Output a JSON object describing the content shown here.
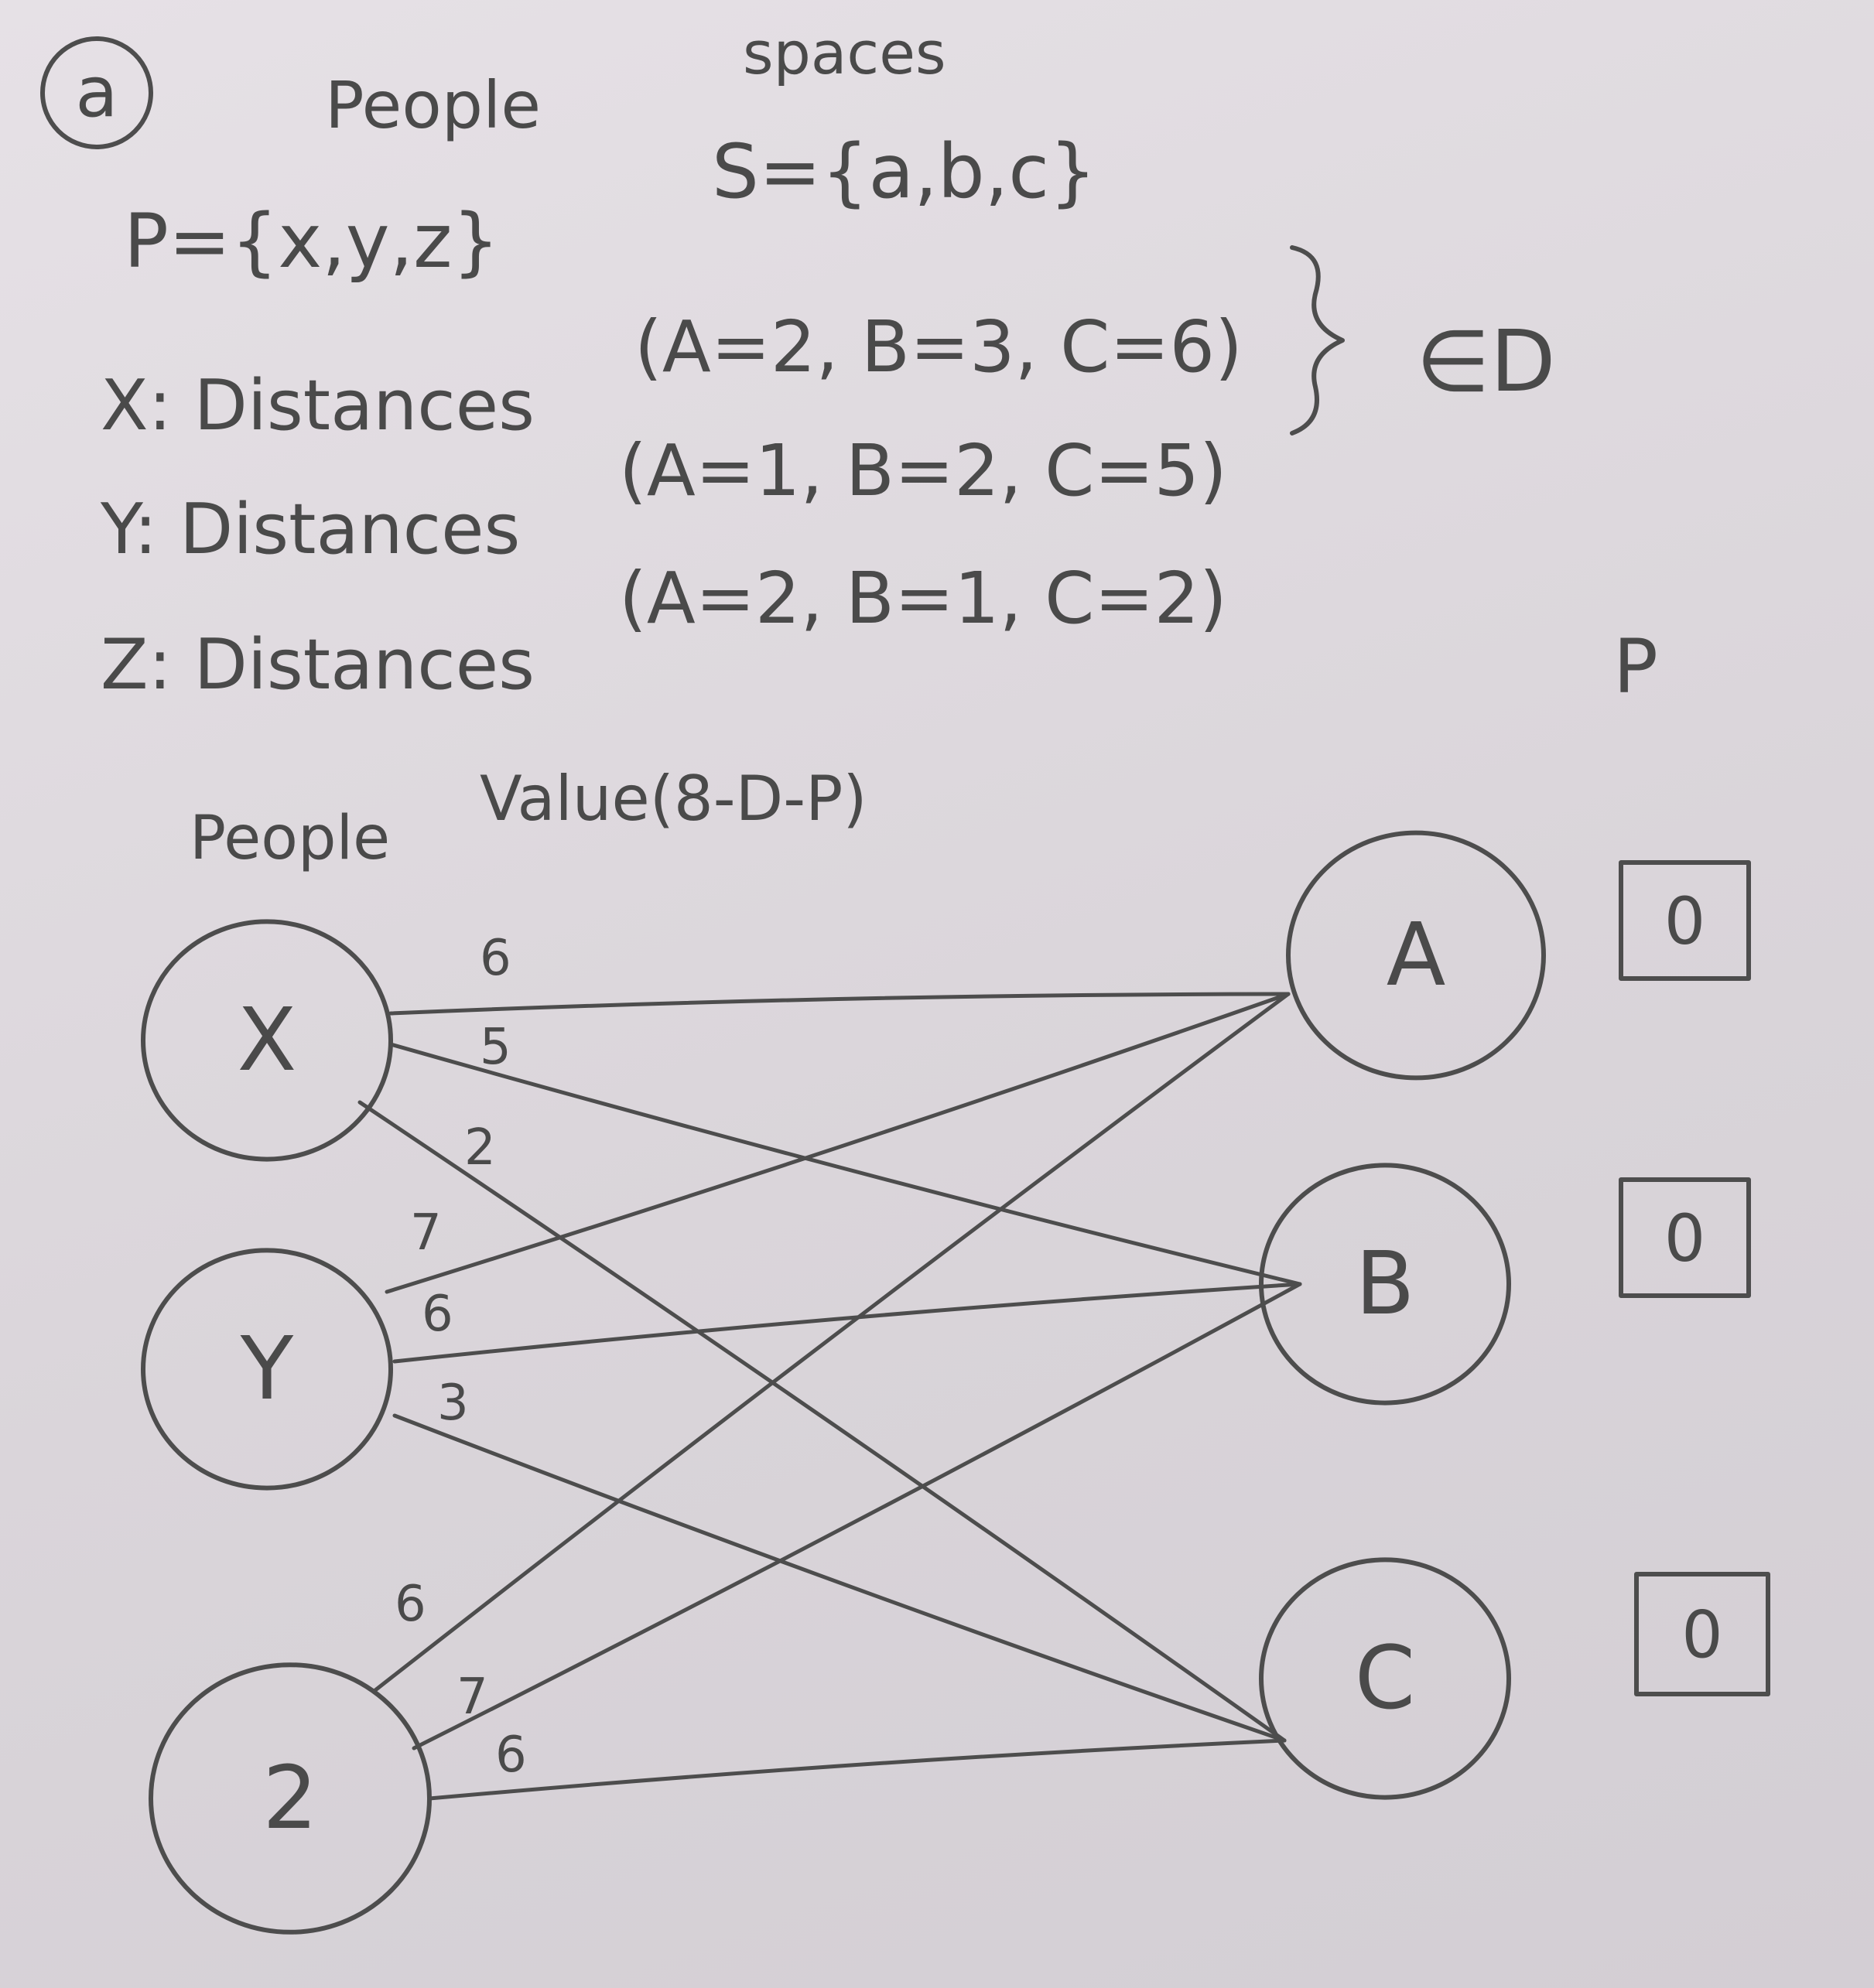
{
  "header": {
    "part_label": "a",
    "people_title": "People",
    "people_set": "P={x,y,z}",
    "spaces_title": "spaces",
    "spaces_set": "S={a,b,c}",
    "membership": "∈D"
  },
  "distances": [
    {
      "label": "X: Distances",
      "values": "(A=2, B=3, C=6)"
    },
    {
      "label": "Y: Distances",
      "values": "(A=1, B=2, C=5)"
    },
    {
      "label": "Z: Distances",
      "values": "(A=2, B=1, C=2)"
    }
  ],
  "graph": {
    "left_header": "People",
    "value_header": "Value(8-D-P)",
    "price_header": "P",
    "people": [
      {
        "id": "X",
        "label": "X"
      },
      {
        "id": "Y",
        "label": "Y"
      },
      {
        "id": "Z",
        "label": "2"
      }
    ],
    "spaces": [
      {
        "id": "A",
        "label": "A",
        "price": "0"
      },
      {
        "id": "B",
        "label": "B",
        "price": "0"
      },
      {
        "id": "C",
        "label": "C",
        "price": "0"
      }
    ],
    "edges": [
      {
        "from": "X",
        "to": "A",
        "value": "6"
      },
      {
        "from": "X",
        "to": "B",
        "value": "5"
      },
      {
        "from": "X",
        "to": "C",
        "value": "2"
      },
      {
        "from": "Y",
        "to": "A",
        "value": "7"
      },
      {
        "from": "Y",
        "to": "B",
        "value": "6"
      },
      {
        "from": "Y",
        "to": "C",
        "value": "3"
      },
      {
        "from": "Z",
        "to": "A",
        "value": "6"
      },
      {
        "from": "Z",
        "to": "B",
        "value": "7"
      },
      {
        "from": "Z",
        "to": "C",
        "value": "6"
      }
    ]
  }
}
